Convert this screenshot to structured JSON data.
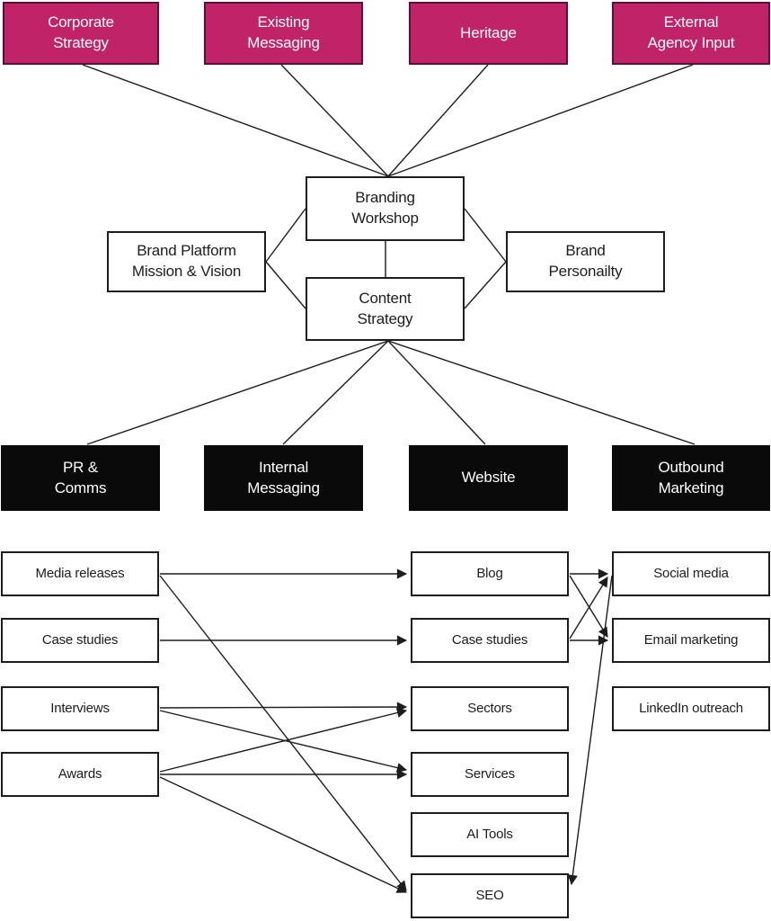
{
  "diagram": {
    "colors": {
      "node_pink": "#c02367",
      "node_pink_border": "#5c1036",
      "node_black": "#0a0a0a",
      "line": "#1d1d1d",
      "text_light": "#ffffff",
      "text_dark": "#1d1d1d"
    },
    "nodes": [
      {
        "id": "corporate-strategy",
        "label": "Corporate\nStrategy",
        "style": "pink"
      },
      {
        "id": "existing-messaging",
        "label": "Existing\nMessaging",
        "style": "pink"
      },
      {
        "id": "heritage",
        "label": "Heritage",
        "style": "pink"
      },
      {
        "id": "external-agency-input",
        "label": "External\nAgency Input",
        "style": "pink"
      },
      {
        "id": "branding-workshop",
        "label": "Branding\nWorkshop",
        "style": "white"
      },
      {
        "id": "brand-platform",
        "label": "Brand Platform\nMission & Vision",
        "style": "white"
      },
      {
        "id": "brand-personality",
        "label": "Brand\nPersonailty",
        "style": "white"
      },
      {
        "id": "content-strategy",
        "label": "Content\nStrategy",
        "style": "white"
      },
      {
        "id": "pr-comms",
        "label": "PR &\nComms",
        "style": "black"
      },
      {
        "id": "internal-messaging",
        "label": "Internal\nMessaging",
        "style": "black"
      },
      {
        "id": "website",
        "label": "Website",
        "style": "black"
      },
      {
        "id": "outbound-marketing",
        "label": "Outbound\nMarketing",
        "style": "black"
      },
      {
        "id": "media-releases",
        "label": "Media releases",
        "style": "white small"
      },
      {
        "id": "case-studies-left",
        "label": "Case studies",
        "style": "white small"
      },
      {
        "id": "interviews",
        "label": "Interviews",
        "style": "white small"
      },
      {
        "id": "awards",
        "label": "Awards",
        "style": "white small"
      },
      {
        "id": "blog",
        "label": "Blog",
        "style": "white small"
      },
      {
        "id": "case-studies-mid",
        "label": "Case studies",
        "style": "white small"
      },
      {
        "id": "sectors",
        "label": "Sectors",
        "style": "white small"
      },
      {
        "id": "services",
        "label": "Services",
        "style": "white small"
      },
      {
        "id": "ai-tools",
        "label": "AI Tools",
        "style": "white small"
      },
      {
        "id": "seo",
        "label": "SEO",
        "style": "white small"
      },
      {
        "id": "social-media",
        "label": "Social media",
        "style": "white small"
      },
      {
        "id": "email-marketing",
        "label": "Email marketing",
        "style": "white small"
      },
      {
        "id": "linkedin-outreach",
        "label": "LinkedIn outreach",
        "style": "white small"
      }
    ],
    "edges": [
      {
        "from": "corporate-strategy",
        "to": "branding-workshop",
        "arrow": false
      },
      {
        "from": "existing-messaging",
        "to": "branding-workshop",
        "arrow": false
      },
      {
        "from": "heritage",
        "to": "branding-workshop",
        "arrow": false
      },
      {
        "from": "external-agency-input",
        "to": "branding-workshop",
        "arrow": false
      },
      {
        "from": "brand-platform",
        "to": "branding-workshop",
        "arrow": false
      },
      {
        "from": "brand-platform",
        "to": "content-strategy",
        "arrow": false
      },
      {
        "from": "brand-personality",
        "to": "branding-workshop",
        "arrow": false
      },
      {
        "from": "brand-personality",
        "to": "content-strategy",
        "arrow": false
      },
      {
        "from": "branding-workshop",
        "to": "content-strategy",
        "arrow": false
      },
      {
        "from": "content-strategy",
        "to": "pr-comms",
        "arrow": false
      },
      {
        "from": "content-strategy",
        "to": "internal-messaging",
        "arrow": false
      },
      {
        "from": "content-strategy",
        "to": "website",
        "arrow": false
      },
      {
        "from": "content-strategy",
        "to": "outbound-marketing",
        "arrow": false
      },
      {
        "from": "media-releases",
        "to": "blog",
        "arrow": true
      },
      {
        "from": "media-releases",
        "to": "seo",
        "arrow": true
      },
      {
        "from": "case-studies-left",
        "to": "case-studies-mid",
        "arrow": true
      },
      {
        "from": "interviews",
        "to": "sectors",
        "arrow": true
      },
      {
        "from": "interviews",
        "to": "services",
        "arrow": true
      },
      {
        "from": "awards",
        "to": "sectors",
        "arrow": true
      },
      {
        "from": "awards",
        "to": "services",
        "arrow": true
      },
      {
        "from": "awards",
        "to": "seo",
        "arrow": true
      },
      {
        "from": "blog",
        "to": "social-media",
        "arrow": true
      },
      {
        "from": "blog",
        "to": "email-marketing",
        "arrow": true
      },
      {
        "from": "case-studies-mid",
        "to": "social-media",
        "arrow": true
      },
      {
        "from": "case-studies-mid",
        "to": "email-marketing",
        "arrow": true
      },
      {
        "from": "social-media",
        "to": "seo",
        "arrow": true
      }
    ]
  }
}
